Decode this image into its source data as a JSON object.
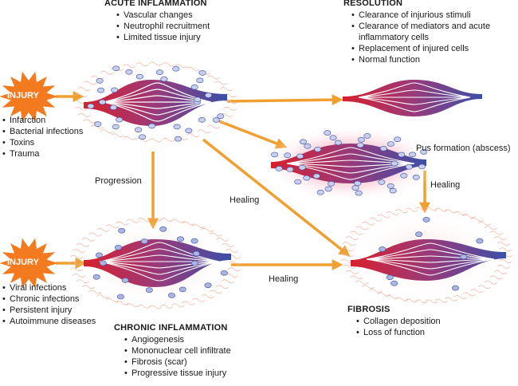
{
  "acute": {
    "title": "ACUTE INFLAMMATION",
    "items": [
      "Vascular changes",
      "Neutrophil recruitment",
      "Limited tissue injury"
    ]
  },
  "resolution": {
    "title": "RESOLUTION",
    "items": [
      "Clearance of injurious stimuli",
      "Clearance of mediators and acute inflammatory cells",
      "Replacement of injured cells",
      "Normal function"
    ]
  },
  "injury_top": {
    "badge": "INJURY",
    "items": [
      "Infarction",
      "Bacterial infections",
      "Toxins",
      "Trauma"
    ]
  },
  "injury_bottom": {
    "badge": "INJURY",
    "items": [
      "Viral infections",
      "Chronic infections",
      "Persistent injury",
      "Autoimmune diseases"
    ]
  },
  "chronic": {
    "title": "CHRONIC INFLAMMATION",
    "items": [
      "Angiogenesis",
      "Mononuclear cell infiltrate",
      "Fibrosis (scar)",
      "Progressive tissue injury"
    ]
  },
  "fibrosis": {
    "title": "FIBROSIS",
    "items": [
      "Collagen deposition",
      "Loss of function"
    ]
  },
  "labels": {
    "progression": "Progression",
    "healing_diag": "Healing",
    "healing_right": "Healing",
    "healing_bottom": "Healing",
    "pus": "Pus formation (abscess)"
  },
  "colors": {
    "arrow": "#f0a030",
    "artery": "#d8202c",
    "vein": "#3a4fa8",
    "badge_fill": "#f47a20",
    "badge_text": "#ffffff",
    "pus_glow": "#f4a6b8",
    "fiber": "#f2b2a0",
    "cell": "#9aa6d6"
  }
}
